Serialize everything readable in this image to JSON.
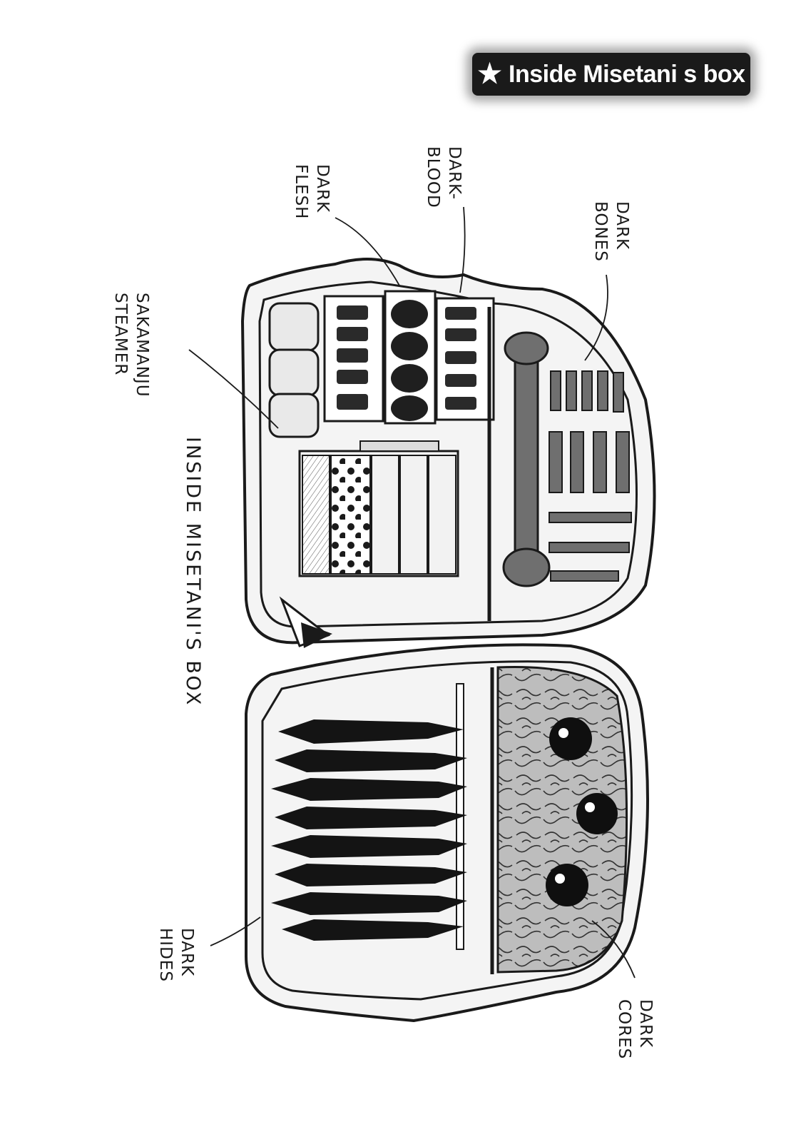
{
  "header": {
    "star_icon": "★",
    "title": "Inside Misetani s box"
  },
  "diagram": {
    "caption": "INSIDE MISETANI'S BOX",
    "labels": {
      "dark_flesh": [
        "DARK",
        "FLESH"
      ],
      "dark_blood": [
        "DARK-",
        "BLOOD"
      ],
      "dark_bones": [
        "DARK",
        "BONES"
      ],
      "sakamanju_steamer": [
        "SAKAMANJU",
        "STEAMER"
      ],
      "dark_hides": [
        "DARK",
        "HIDES"
      ],
      "dark_cores": [
        "DARK",
        "CORES"
      ]
    },
    "colors": {
      "ink": "#1a1a1a",
      "paper": "#ffffff",
      "shade": "#8a8a8a",
      "light_shade": "#cfcfcf"
    }
  }
}
